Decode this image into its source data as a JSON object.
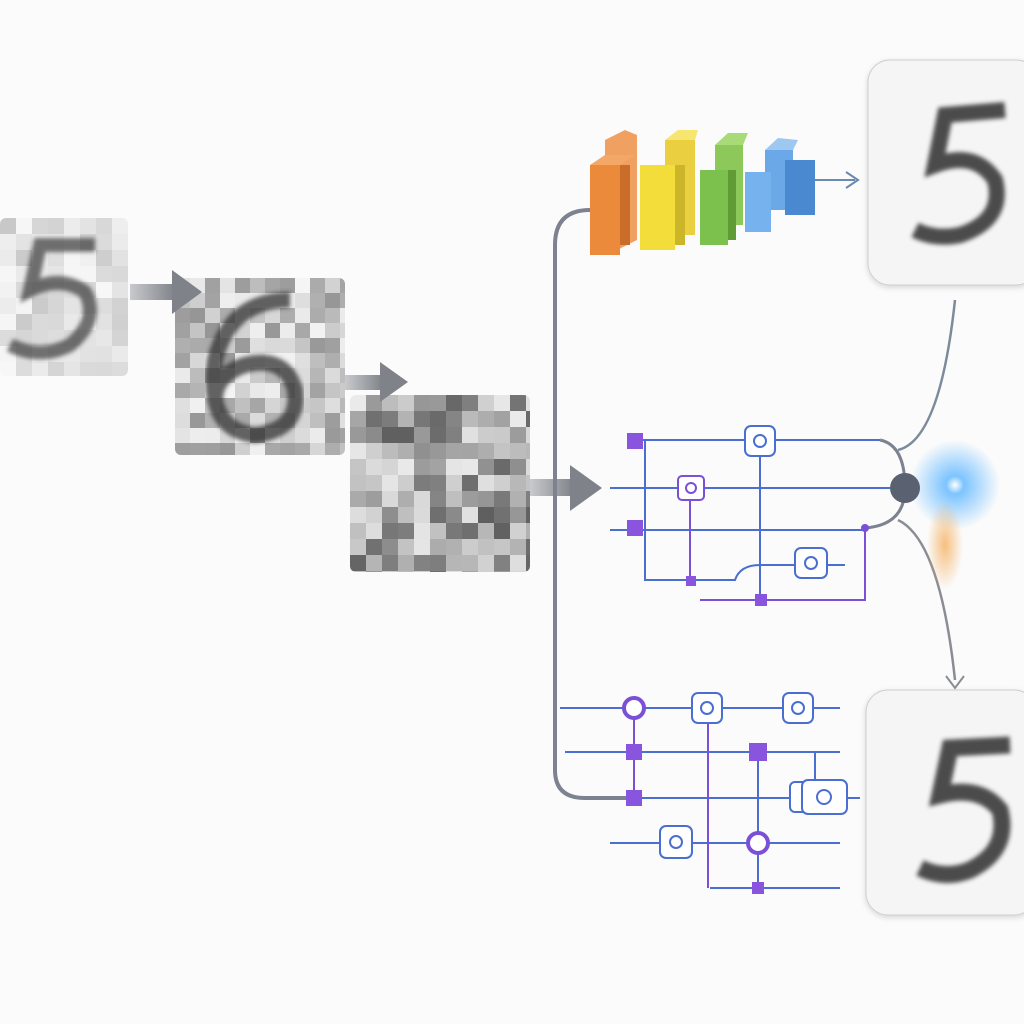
{
  "colors": {
    "background": "#fbfbfb",
    "arrow": "#8a8d93",
    "trunk_line": "#7d8290",
    "circuit_line": "#4a6fd0",
    "circuit_wire_purple": "#7b4fd6",
    "gate_fill": "#8a55de",
    "cnn_layers": [
      "#ec8a3c",
      "#f0d83a",
      "#7cc14d",
      "#5b9be0"
    ],
    "glow_blue": "#4aa8ff",
    "glow_orange": "#f0a040",
    "digit_ink": "#3a3a3a"
  },
  "icons": [
    "pixelated-digit-image",
    "arrow-right",
    "cnn-layer-blocks",
    "quantum-circuit",
    "measurement-node",
    "output-digit-image"
  ]
}
